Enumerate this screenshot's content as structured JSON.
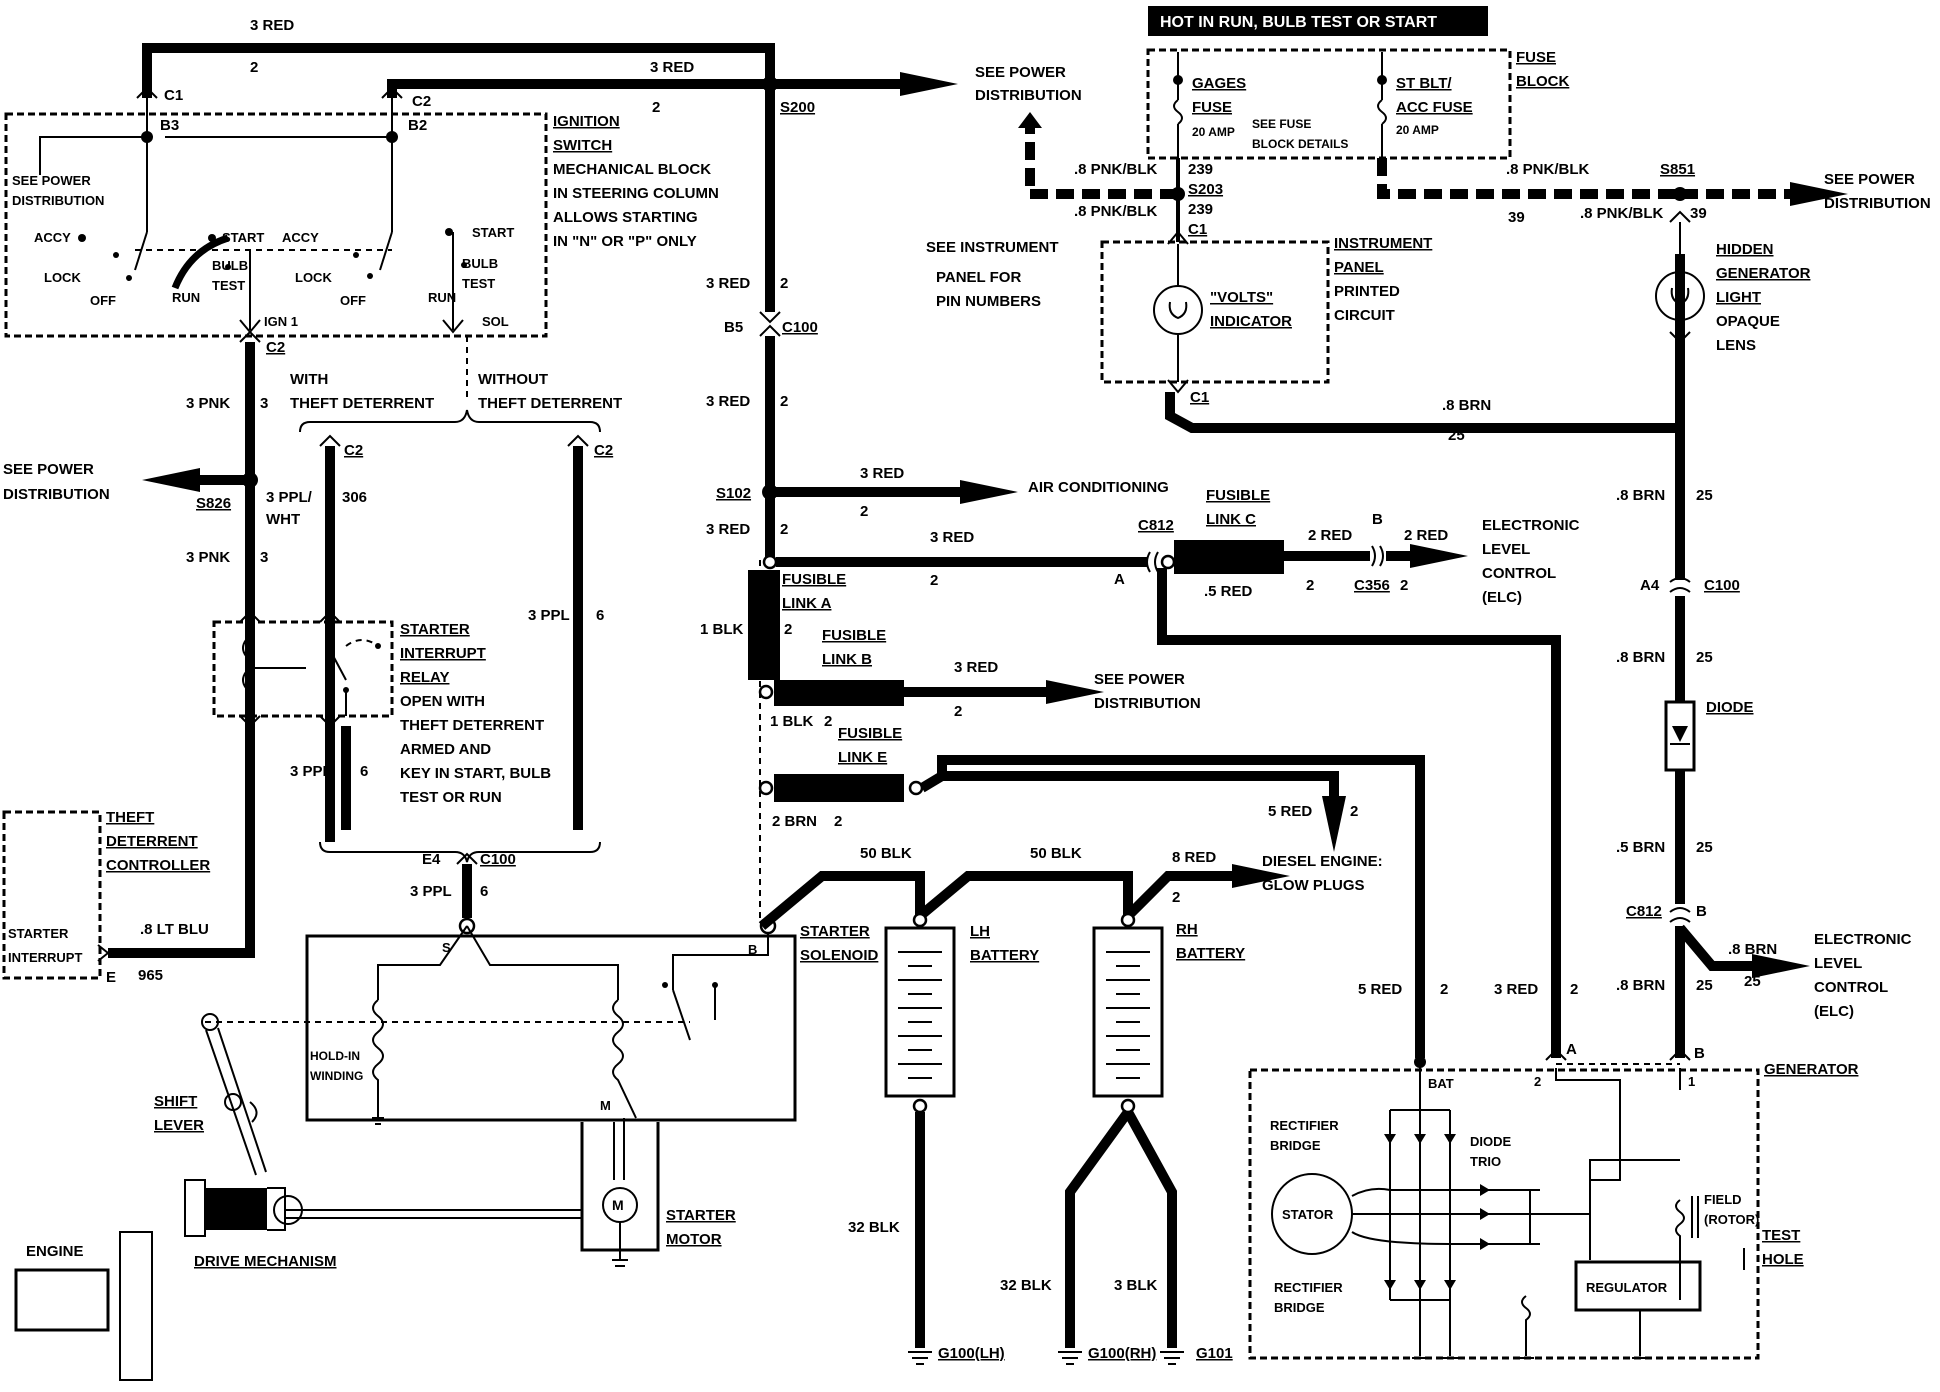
{
  "header": {
    "hot_in_run": "HOT IN RUN,  BULB TEST OR START"
  },
  "labels": {
    "ig_3red_top": "3 RED",
    "ig_2_top": "2",
    "ig_c1": "C1",
    "ig_c2": "C2",
    "ig_b3": "B3",
    "ig_b2": "B2",
    "top_3red_right": "3 RED",
    "top_2_right": "2",
    "s200": "S200",
    "see_power_top_1": "SEE POWER",
    "see_power_top_2": "DISTRIBUTION",
    "ig_see_power_1": "SEE POWER",
    "ig_see_power_2": "DISTRIBUTION",
    "ig_accy_l": "ACCY",
    "ig_lock_l": "LOCK",
    "ig_off_l": "OFF",
    "ig_run_l": "RUN",
    "ig_bulb_l": "BULB",
    "ig_test_l": "TEST",
    "ig_start_l": "START",
    "ig_accy_r": "ACCY",
    "ig_lock_r": "LOCK",
    "ig_off_r": "OFF",
    "ig_run_r": "RUN",
    "ig_bulb_r": "BULB",
    "ig_test_r": "TEST",
    "ig_start_r": "START",
    "ig_ign1": "IGN 1",
    "ig_sol": "SOL",
    "ig_note_1": "IGNITION",
    "ig_note_2": "SWITCH",
    "ig_note_3": "MECHANICAL BLOCK",
    "ig_note_4": "IN STEERING COLUMN",
    "ig_note_5": "ALLOWS STARTING",
    "ig_note_6": "IN \"N\" OR \"P\" ONLY",
    "c2_a": "C2",
    "c2_b": "C2",
    "c2_c": "C2",
    "with_theft": "WITH",
    "with_theft2": "THEFT DETERRENT",
    "without_theft": "WITHOUT",
    "without_theft2": "THEFT DETERRENT",
    "pnk3_a": "3 PNK",
    "pnk3_a_n": "3",
    "pnk3_b": "3 PNK",
    "pnk3_b_n": "3",
    "see_power_left_1": "SEE POWER",
    "see_power_left_2": "DISTRIBUTION",
    "s826": "S826",
    "ppl_wht_1": "3 PPL/",
    "ppl_wht_2": "WHT",
    "ppl_wht_n": "306",
    "ppl3_6": "3 PPL",
    "ppl3_6_n": "6",
    "relay_1": "STARTER",
    "relay_2": "INTERRUPT",
    "relay_3": "RELAY",
    "relay_4": "OPEN WITH",
    "relay_5": "THEFT DETERRENT",
    "relay_6": "ARMED AND",
    "relay_7": "KEY IN START, BULB",
    "relay_8": "TEST OR RUN",
    "ppl3_b": "3 PPL",
    "ppl3_b_n": "6",
    "theft_ctrl_1": "THEFT",
    "theft_ctrl_2": "DETERRENT",
    "theft_ctrl_3": "CONTROLLER",
    "starter_int_1": "STARTER",
    "starter_int_2": "INTERRUPT",
    "lt_blu": ".8 LT BLU",
    "lt_blu_e": "E",
    "lt_blu_n": "965",
    "e4": "E4",
    "c100_a": "C100",
    "ppl3_c": "3 PPL",
    "ppl3_c_n": "6",
    "sol_s": "S",
    "sol_b": "B",
    "sol_m": "M",
    "holdin_1": "HOLD-IN",
    "holdin_2": "WINDING",
    "shift_1": "SHIFT",
    "shift_2": "LEVER",
    "engine": "ENGINE",
    "drive_mech": "DRIVE MECHANISM",
    "starter_motor_1": "STARTER",
    "starter_motor_2": "MOTOR",
    "motor_m": "M",
    "red3_mid1": "3 RED",
    "red3_mid1_n": "2",
    "b5": "B5",
    "c100_b": "C100",
    "red3_mid2": "3 RED",
    "red3_mid2_n": "2",
    "s102": "S102",
    "red3_ac": "3 RED",
    "red3_ac_n": "2",
    "air_cond": "AIR CONDITIONING",
    "red3_mid3": "3 RED",
    "red3_mid3_n": "2",
    "red3_elc": "3 RED",
    "red3_elc_n": "2",
    "fl_a_1": "FUSIBLE",
    "fl_a_2": "LINK A",
    "blk1_a": "1 BLK",
    "blk1_a_n": "2",
    "fl_b_1": "FUSIBLE",
    "fl_b_2": "LINK B",
    "red3_fb": "3 RED",
    "red3_fb_n": "2",
    "see_power_mid_1": "SEE POWER",
    "see_power_mid_2": "DISTRIBUTION",
    "blk1_b": "1 BLK",
    "blk1_b_n": "2",
    "fl_e_1": "FUSIBLE",
    "fl_e_2": "LINK E",
    "brn2": "2 BRN",
    "brn2_n": "2",
    "c812_top": "C812",
    "a_c812": "A",
    "fl_c_1": "FUSIBLE",
    "fl_c_2": "LINK C",
    "red2_a": "2 RED",
    "red2_b": "2 RED",
    "b_c356": "B",
    "red5_c": ".5 RED",
    "red5_c_n": "2",
    "c356": "C356",
    "c356_n": "2",
    "elc_1": "ELECTRONIC",
    "elc_2": "LEVEL",
    "elc_3": "CONTROL",
    "elc_4": "(ELC)",
    "red5_diesel": "5 RED",
    "red5_diesel_n": "2",
    "diesel_1": "DIESEL ENGINE:",
    "diesel_2": "GLOW PLUGS",
    "blk50_a": "50 BLK",
    "blk50_b": "50 BLK",
    "red8": "8 RED",
    "red8_n": "2",
    "starter_sol_1": "STARTER",
    "starter_sol_2": "SOLENOID",
    "lh_batt_1": "LH",
    "lh_batt_2": "BATTERY",
    "rh_batt_1": "RH",
    "rh_batt_2": "BATTERY",
    "blk32_a": "32 BLK",
    "blk32_b": "32 BLK",
    "blk3": "3 BLK",
    "g100lh": "G100(LH)",
    "g100rh": "G100(RH)",
    "g101": "G101",
    "fuse_block_1": "FUSE",
    "fuse_block_2": "BLOCK",
    "gages_1": "GAGES",
    "gages_2": "FUSE",
    "gages_3": "20 AMP",
    "stblt_1": "ST BLT/",
    "stblt_2": "ACC FUSE",
    "stblt_3": "20 AMP",
    "see_fuse_1": "SEE FUSE",
    "see_fuse_2": "BLOCK DETAILS",
    "pnkblk_a": ".8 PNK/BLK",
    "pnkblk_a_n": "239",
    "s203": "S203",
    "pnkblk_b": ".8 PNK/BLK",
    "pnkblk_b_n": "239",
    "c1_ip_top": "C1",
    "pnkblk_c": ".8 PNK/BLK",
    "s851": "S851",
    "pnkblk_d_n1": "39",
    "pnkblk_d": ".8 PNK/BLK",
    "pnkblk_d_n2": "39",
    "see_power_right_1": "SEE POWER",
    "see_power_right_2": "DISTRIBUTION",
    "see_inst_1": "SEE INSTRUMENT",
    "see_inst_2": "PANEL FOR",
    "see_inst_3": "PIN NUMBERS",
    "volts_1": "\"VOLTS\"",
    "volts_2": "INDICATOR",
    "ip_1": "INSTRUMENT",
    "ip_2": "PANEL",
    "ip_3": "PRINTED",
    "ip_4": "CIRCUIT",
    "hidden_1": "HIDDEN",
    "hidden_2": "GENERATOR",
    "hidden_3": "LIGHT",
    "hidden_4": "OPAQUE",
    "hidden_5": "LENS",
    "c1_ip_bot": "C1",
    "brn8_a": ".8 BRN",
    "brn8_a_n": "25",
    "brn8_b": ".8 BRN",
    "brn8_b_n": "25",
    "a4": "A4",
    "c100_c": "C100",
    "brn8_c": ".8 BRN",
    "brn8_c_n": "25",
    "diode": "DIODE",
    "brn5": ".5 BRN",
    "brn5_n": "25",
    "c812_bot": "C812",
    "b_c812": "B",
    "brn8_d": ".8 BRN",
    "brn8_d_n": "25",
    "brn8_e": ".8 BRN",
    "brn8_e_n": "25",
    "elc_r_1": "ELECTRONIC",
    "elc_r_2": "LEVEL",
    "elc_r_3": "CONTROL",
    "elc_r_4": "(ELC)",
    "red5_gen": "5 RED",
    "red5_gen_n": "2",
    "red3_gen": "3 RED",
    "red3_gen_n": "2",
    "gen_a": "A",
    "gen_b": "B",
    "generator": "GENERATOR",
    "bat": "BAT",
    "gen_2": "2",
    "gen_1": "1",
    "rect_1": "RECTIFIER",
    "rect_2": "BRIDGE",
    "diode_trio_1": "DIODE",
    "diode_trio_2": "TRIO",
    "stator": "STATOR",
    "field_1": "FIELD",
    "field_2": "(ROTOR)",
    "rect2_1": "RECTIFIER",
    "rect2_2": "BRIDGE",
    "regulator": "REGULATOR",
    "test_hole_1": "TEST",
    "test_hole_2": "HOLE"
  }
}
